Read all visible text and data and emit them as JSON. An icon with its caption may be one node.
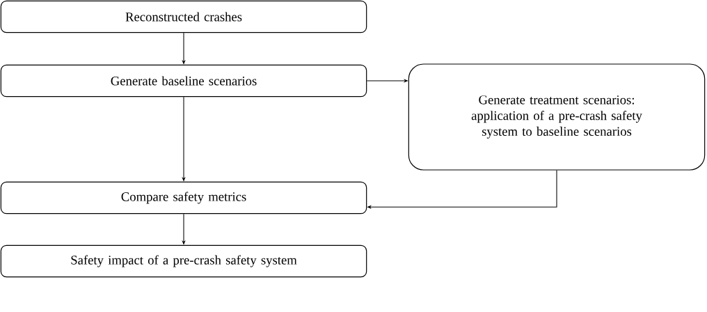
{
  "diagram": {
    "nodes": [
      {
        "text": [
          "Reconstructed crashes"
        ]
      },
      {
        "text": [
          "Generate baseline scenarios"
        ]
      },
      {
        "text": [
          "Generate treatment scenarios: application of a pre-crash safety system to baseline scenarios"
        ]
      },
      {
        "text": [
          "Compare safety metrics"
        ]
      },
      {
        "text": [
          "Safety impact of a pre-crash safety system"
        ]
      }
    ],
    "edges": [
      {
        "from": 0,
        "to": 1,
        "arrow": "to"
      },
      {
        "from": 1,
        "to": 2,
        "arrow": "to"
      },
      {
        "from": 1,
        "to": 3,
        "arrow": "to"
      },
      {
        "from": 2,
        "to": 3,
        "arrow": "to"
      },
      {
        "from": 3,
        "to": 4,
        "arrow": "to"
      }
    ]
  }
}
